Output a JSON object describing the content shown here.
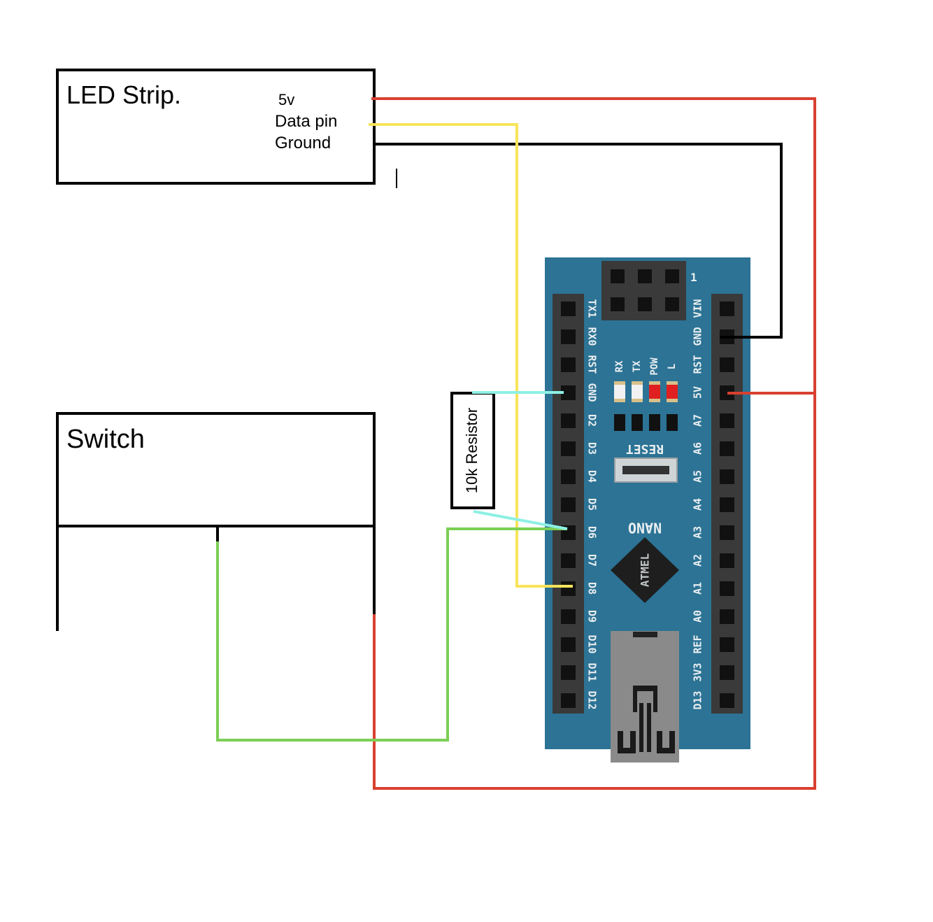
{
  "led_strip": {
    "title": "LED Strip.",
    "pins": [
      "5v",
      "Data pin",
      "Ground"
    ]
  },
  "switch": {
    "title": "Switch"
  },
  "resistor": {
    "label": "10k Resistor"
  },
  "board": {
    "name": "NANO",
    "chip": "ATMEL",
    "reset_label": "RESET",
    "leds": [
      "RX",
      "TX",
      "POW",
      "L"
    ],
    "led_colors": [
      "#f2f2f2",
      "#f2f2f2",
      "#e02020",
      "#e02020"
    ],
    "left_pins": [
      "TX1",
      "RX0",
      "RST",
      "GND",
      "D2",
      "D3",
      "D4",
      "D5",
      "D6",
      "D7",
      "D8",
      "D9",
      "D10",
      "D11",
      "D12"
    ],
    "right_pins": [
      "VIN",
      "GND",
      "RST",
      "5V",
      "A7",
      "A6",
      "A5",
      "A4",
      "A3",
      "A2",
      "A1",
      "A0",
      "REF",
      "3V3",
      "D13"
    ],
    "icsp_label": "1"
  },
  "colors": {
    "power": "#d94030",
    "data": "#f7e45a",
    "ground": "#000000",
    "switch_signal": "#7ccf55",
    "pulldown": "#8ef0e4",
    "board": "#2c7395",
    "header": "#3a3a3a",
    "pin": "#111111",
    "usb": "#8a8a8a"
  }
}
